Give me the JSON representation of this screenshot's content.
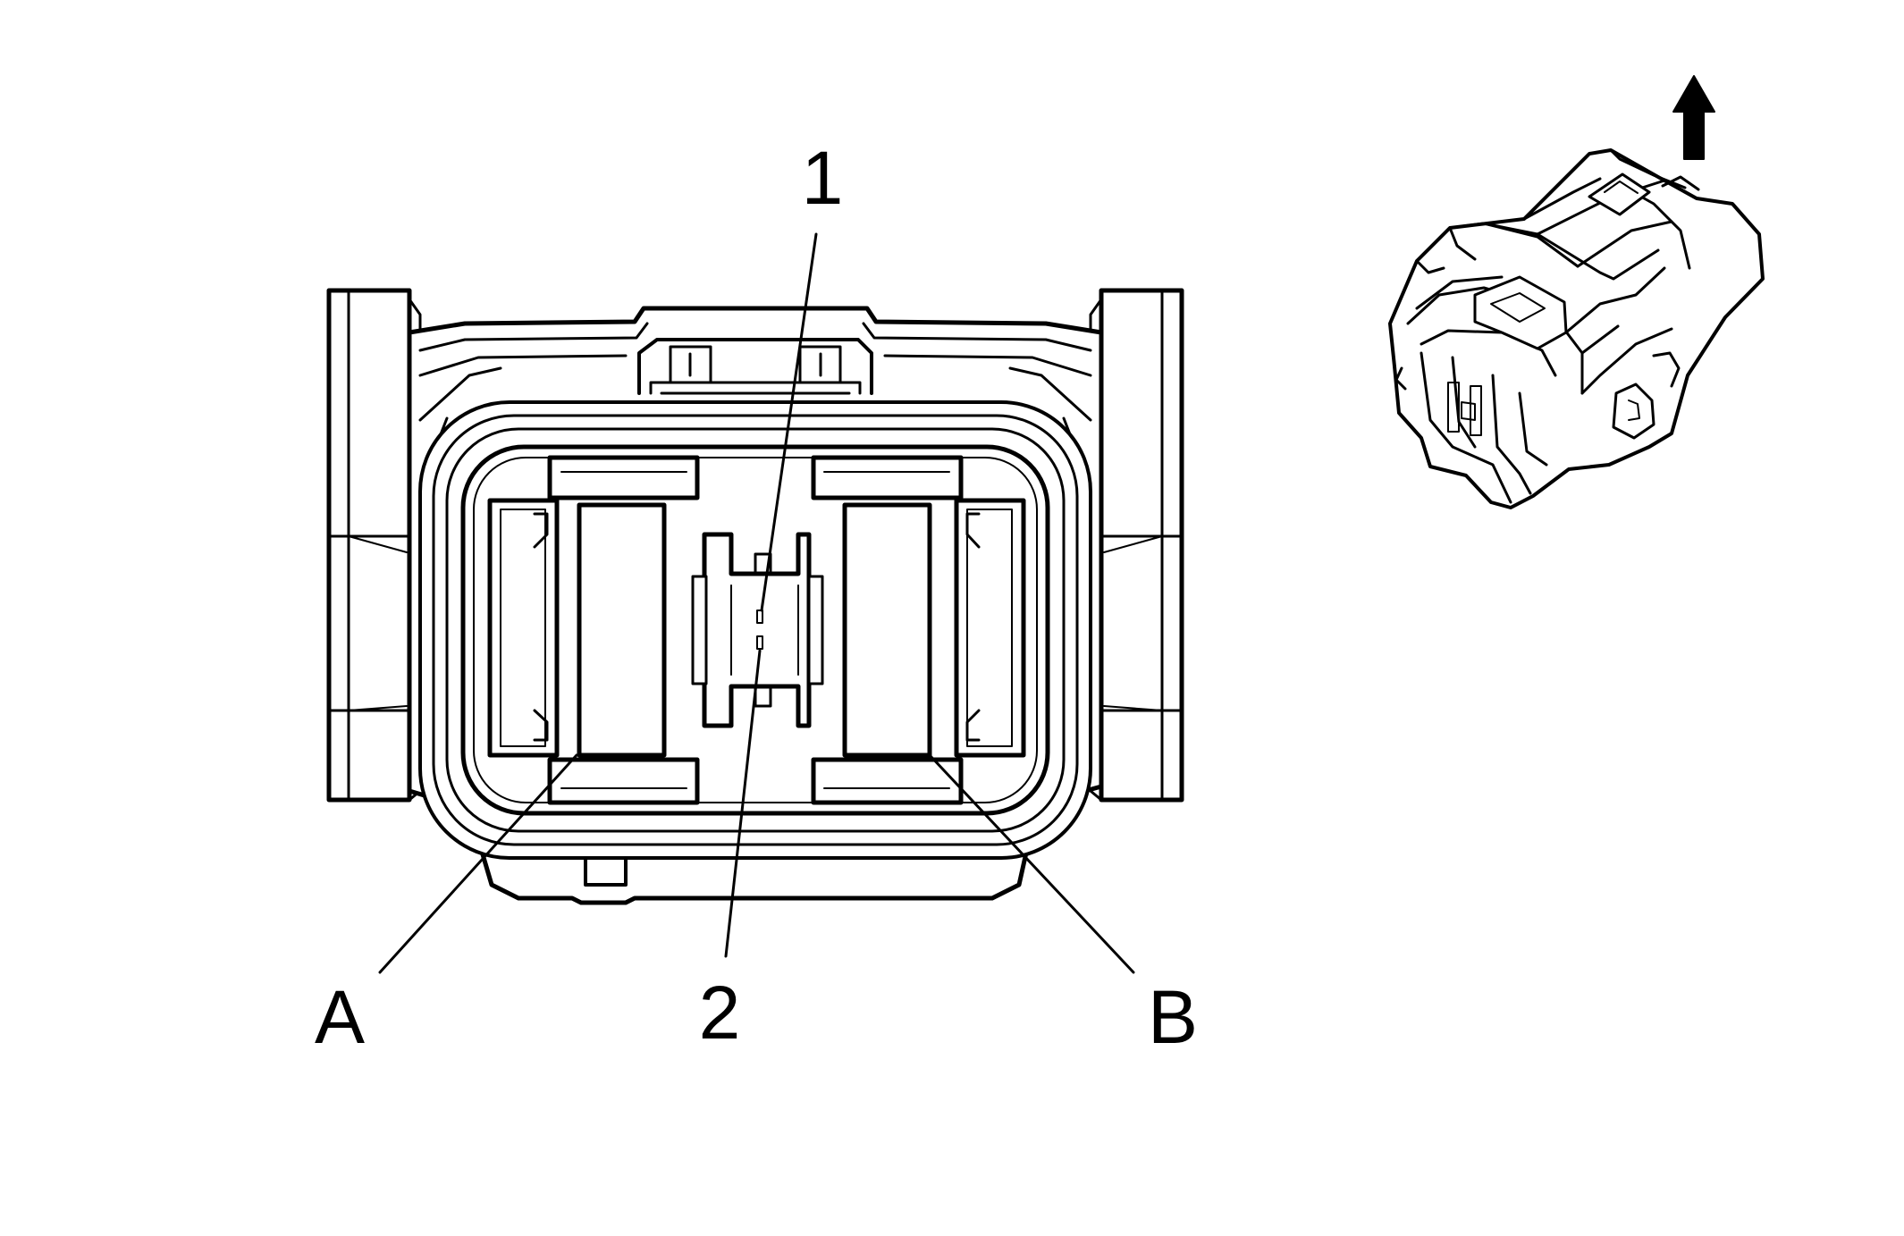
{
  "colors": {
    "line": "#000000",
    "background": "#ffffff"
  },
  "callouts": {
    "terminal_1": "1",
    "terminal_2": "2",
    "cavity_a": "A",
    "cavity_b": "B"
  },
  "icons": {
    "orientation": "arrow-up-icon"
  }
}
